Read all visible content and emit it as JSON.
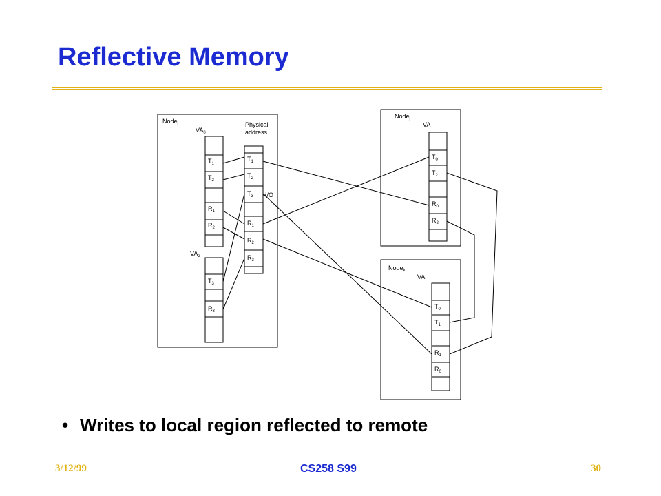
{
  "slide": {
    "title": "Reflective Memory",
    "bullet": "Writes to local region reflected to remote",
    "footer": {
      "date": "3/12/99",
      "course": "CS258 S99",
      "page": "30"
    }
  },
  "colors": {
    "title": "#1c2bd1",
    "rule": "#e2b314",
    "footer_text": "#e2b314",
    "course": "#1c2bd1"
  },
  "diagram": {
    "node_i": {
      "label": "Node",
      "label_sub": "i",
      "va0": "VA",
      "va0_sub": "0",
      "va2": "VA",
      "va2_sub": "2",
      "phys_line1": "Physical",
      "phys_line2": "address",
      "io": "I/O",
      "va0_entries": [
        {
          "m": "T",
          "s": "1"
        },
        {
          "m": "T",
          "s": "2"
        },
        {
          "m": "R",
          "s": "1"
        },
        {
          "m": "R",
          "s": "2"
        }
      ],
      "va2_entries": [
        {
          "m": "T",
          "s": "3"
        },
        {
          "m": "R",
          "s": "3"
        }
      ],
      "phys_entries": [
        {
          "m": "T",
          "s": "1"
        },
        {
          "m": "T",
          "s": "2"
        },
        {
          "m": "T",
          "s": "3"
        },
        {
          "m": "R",
          "s": "1"
        },
        {
          "m": "R",
          "s": "2"
        },
        {
          "m": "R",
          "s": "3"
        }
      ]
    },
    "node_j": {
      "label": "Node",
      "label_sub": "j",
      "va": "VA",
      "entries": [
        {
          "m": "T",
          "s": "0"
        },
        {
          "m": "T",
          "s": "2"
        },
        {
          "m": "R",
          "s": "0"
        },
        {
          "m": "R",
          "s": "2"
        }
      ]
    },
    "node_k": {
      "label": "Node",
      "label_sub": "k",
      "va": "VA",
      "entries": [
        {
          "m": "T",
          "s": "0"
        },
        {
          "m": "T",
          "s": "1"
        },
        {
          "m": "R",
          "s": "1"
        },
        {
          "m": "R",
          "s": "0"
        }
      ]
    }
  }
}
